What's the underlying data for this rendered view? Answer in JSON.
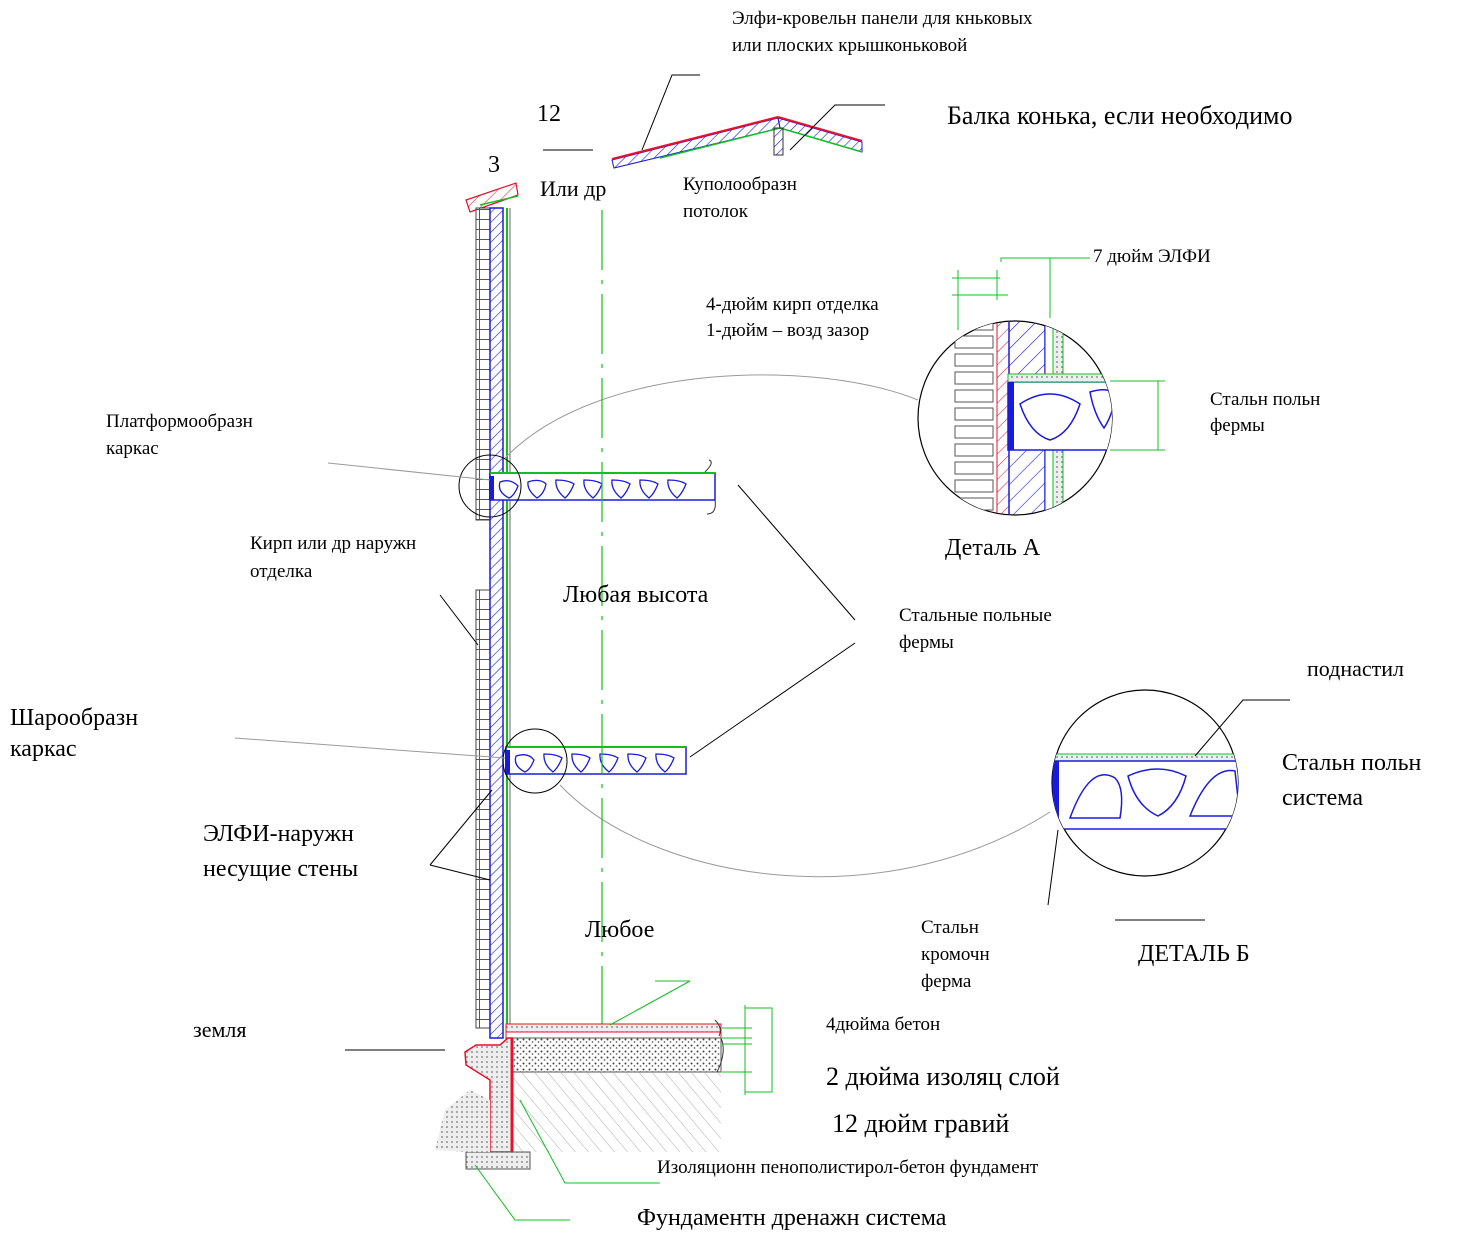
{
  "labels": {
    "roof_panels_1": "Элфи-кровельн панели для  кньковых",
    "roof_panels_2": "или плоских крышконьковой",
    "ridge_beam": "Балка конька, если необходимо",
    "num_12": "12",
    "num_3": "3",
    "or_other": "Или др",
    "dome_ceiling_1": "Куполообразн",
    "dome_ceiling_2": "потолок",
    "elfi_7in": "7 дюйм ЭЛФИ",
    "brick_4in": "4-дюйм кирп отделка",
    "air_gap_1in": "1-дюйм – возд зазор",
    "platform_frame_1": "Платформообразн",
    "platform_frame_2": "каркас",
    "steel_trusses_a_1": "Стальн польн",
    "steel_trusses_a_2": "фермы",
    "detail_a": "Деталь А",
    "brick_finish_1": "Кирп или др наружн",
    "brick_finish_2": "отделка",
    "any_height": "Любая высота",
    "steel_floor_trusses_1": "Стальные польные",
    "steel_floor_trusses_2": "фермы",
    "subfloor": "поднастил",
    "ball_frame_1": "Шарообразн",
    "ball_frame_2": "каркас",
    "steel_floor_system_1": "Стальн польн",
    "steel_floor_system_2": "система",
    "elfi_walls_1": "ЭЛФИ-наружн",
    "elfi_walls_2": "несущие стены",
    "steel_edge_1": "Стальн",
    "steel_edge_2": "кромочн",
    "steel_edge_3": "ферма",
    "any": "Любое",
    "detail_b": "ДЕТАЛЬ Б",
    "ground": "земля",
    "concrete_4in": "4дюйма бетон",
    "insulation_2in": "2 дюйма изоляц слой",
    "gravel_12in": "12 дюйм гравий",
    "eps_foundation": "Изоляционн пенополистирол-бетон фундамент",
    "drainage": "Фундаментн дренажн система"
  },
  "colors": {
    "panel_blue": "#1a1adc",
    "roof_red": "#e8102a",
    "green_line": "#10c020",
    "leader_black": "#000000",
    "grey_line": "#9a9a9a"
  }
}
